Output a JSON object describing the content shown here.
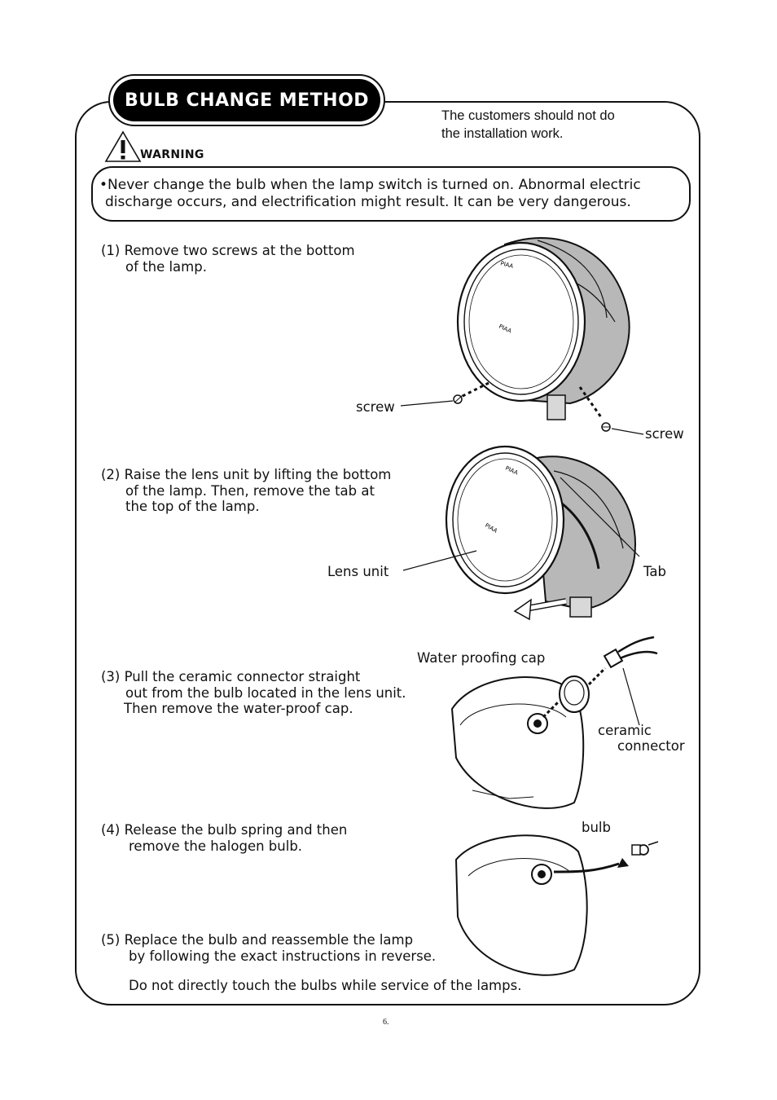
{
  "title": "BULB CHANGE METHOD",
  "notice": [
    "The customers should not do",
    "the installation work."
  ],
  "warning": {
    "label": "WARNING",
    "text_line1": "•Never change the bulb when the lamp switch is turned on. Abnormal electric",
    "text_line2": "discharge occurs, and electrification might result. It can be very dangerous."
  },
  "steps": [
    {
      "line1": "(1) Remove two screws at the bottom",
      "line2": "of the lamp."
    },
    {
      "line1": "(2) Raise the lens unit by lifting the bottom",
      "line2": "of the lamp. Then, remove the tab at",
      "line3": "the top of the lamp."
    },
    {
      "line1": "(3) Pull the ceramic connector straight",
      "line2": "out from the bulb located in the lens unit.",
      "line3": "Then remove the water-proof cap."
    },
    {
      "line1": "(4) Release the bulb spring and then",
      "line2": "remove the halogen bulb."
    },
    {
      "line1": "(5) Replace the bulb and reassemble the lamp",
      "line2": "by following the exact instructions in reverse."
    }
  ],
  "labels": {
    "screw_left": "screw",
    "screw_right": "screw",
    "lens_unit": "Lens unit",
    "tab": "Tab",
    "water_cap": "Water proofing cap",
    "ceramic": "ceramic",
    "connector": "connector",
    "bulb": "bulb",
    "brand": "PIAA"
  },
  "note": "Do not directly touch the bulbs while service of the lamps.",
  "page_number": "6."
}
